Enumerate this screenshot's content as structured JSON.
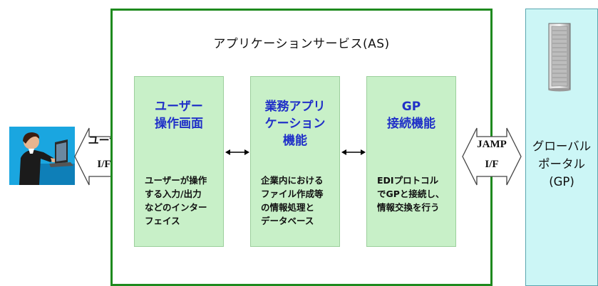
{
  "application_service": {
    "title": "アプリケーションサービス(AS)"
  },
  "boxes": [
    {
      "title_lines": [
        "ユーザー",
        "操作画面"
      ],
      "desc_lines": [
        "ユーザーが操作",
        "する入力/出力",
        "などのインター",
        "フェイス"
      ]
    },
    {
      "title_lines": [
        "業務アプリ",
        "ケーション",
        "機能"
      ],
      "desc_lines": [
        "企業内における",
        "ファイル作成等",
        "の情報処理と",
        "データベース"
      ]
    },
    {
      "title_lines": [
        "GP",
        "接続機能"
      ],
      "desc_lines": [
        "EDIプロトコル",
        "でGPと接続し、",
        "情報交換を行う"
      ]
    }
  ],
  "user_interface": {
    "line1": "ユーザ",
    "line2": "I/F"
  },
  "jamp_interface": {
    "line1": "JAMP",
    "line2": "I/F"
  },
  "global_portal": {
    "lines": [
      "グローバル",
      "ポータル",
      "(GP)"
    ]
  },
  "colors": {
    "frame": "#1e8a1e",
    "box_fill": "#c8f0c8",
    "box_title": "#2030c8",
    "portal_fill": "#ccf6f6"
  }
}
